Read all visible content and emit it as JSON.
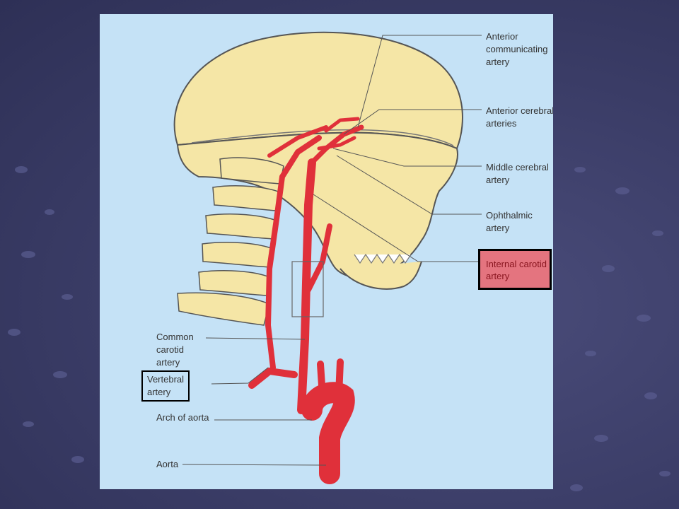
{
  "labels": {
    "anterior_communicating": [
      "Anterior",
      "communicating",
      "artery"
    ],
    "anterior_cerebral": [
      "Anterior cerebral",
      "arteries"
    ],
    "middle_cerebral": [
      "Middle cerebral",
      "artery"
    ],
    "ophthalmic": [
      "Ophthalmic",
      "artery"
    ],
    "internal_carotid": [
      "Internal carotid",
      "artery"
    ],
    "common_carotid": [
      "Common",
      "carotid",
      "artery"
    ],
    "vertebral": [
      "Vertebral",
      "artery"
    ],
    "arch_of_aorta": "Arch of aorta",
    "aorta": "Aorta"
  },
  "colors": {
    "panel": "#c5e2f6",
    "bone": "#f5e6a6",
    "artery": "#e0303a",
    "highlight": "#e4747f",
    "slide_bg": "#3a3c66"
  }
}
